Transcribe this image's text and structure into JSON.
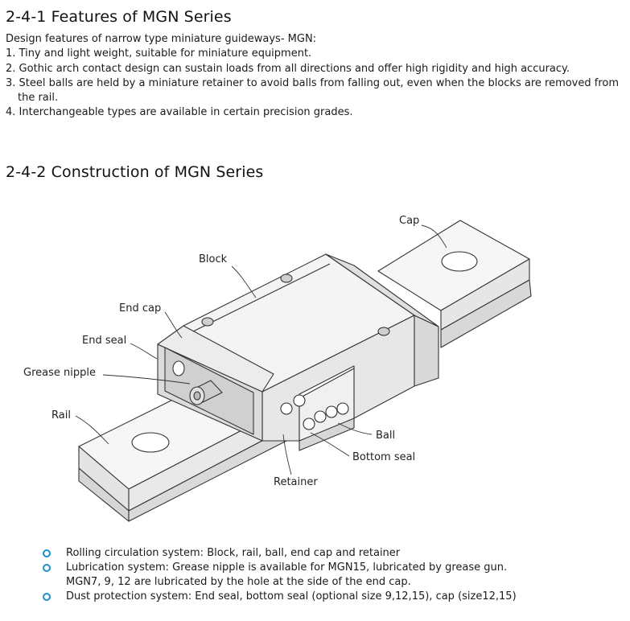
{
  "section1": {
    "title": "2-4-1  Features of MGN Series",
    "intro": "Design features of narrow type miniature guideways- MGN:",
    "items": [
      "1. Tiny and light weight, suitable for miniature equipment.",
      "2. Gothic arch contact design can sustain loads from all directions and offer high rigidity and high accuracy.",
      "3. Steel balls are held by a miniature retainer to avoid balls from falling out, even when the blocks are removed from",
      "the rail.",
      "4. Interchangeable types are available in certain precision grades."
    ]
  },
  "section2": {
    "title": "2-4-2 Construction of MGN Series",
    "labels": {
      "cap": "Cap",
      "block": "Block",
      "end_cap": "End cap",
      "end_seal": "End seal",
      "grease_nipple": "Grease nipple",
      "rail": "Rail",
      "ball": "Ball",
      "bottom_seal": "Bottom seal",
      "retainer": "Retainer"
    }
  },
  "bullets": [
    {
      "lines": [
        "Rolling circulation system: Block, rail, ball, end cap and retainer"
      ]
    },
    {
      "lines": [
        "Lubrication system: Grease nipple is available for MGN15, lubricated by grease gun.",
        "MGN7, 9, 12 are lubricated by the hole at the side of the end cap."
      ]
    },
    {
      "lines": [
        "Dust protection system: End seal, bottom seal (optional size 9,12,15), cap (size12,15)"
      ]
    }
  ],
  "colors": {
    "bullet_accent": "#1e90c8"
  }
}
